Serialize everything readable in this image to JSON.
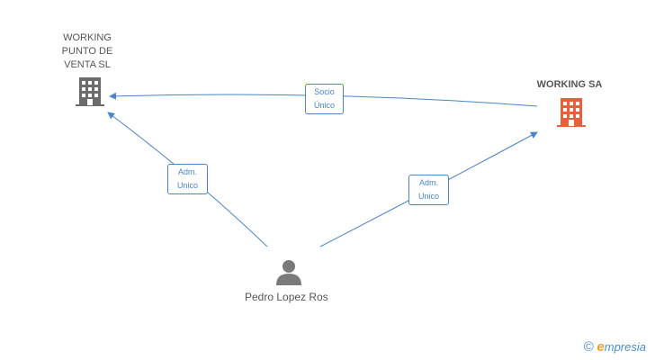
{
  "nodes": {
    "company_left": {
      "label": "WORKING\nPUNTO DE\nVENTA  SL",
      "icon": "building-icon",
      "color": "#6b6b6b"
    },
    "company_right": {
      "label": "WORKING SA",
      "icon": "building-icon",
      "color": "#e8603c"
    },
    "person": {
      "label": "Pedro Lopez Ros",
      "icon": "person-icon",
      "color": "#7a7a7a"
    }
  },
  "edges": {
    "socio": {
      "label": "Socio\nÚnico"
    },
    "adm_left": {
      "label": "Adm.\nUnico"
    },
    "adm_right": {
      "label": "Adm.\nUnico"
    }
  },
  "colors": {
    "edge": "#4a86c8"
  },
  "brand": {
    "copyright": "©",
    "e": "e",
    "rest": "mpresia"
  }
}
